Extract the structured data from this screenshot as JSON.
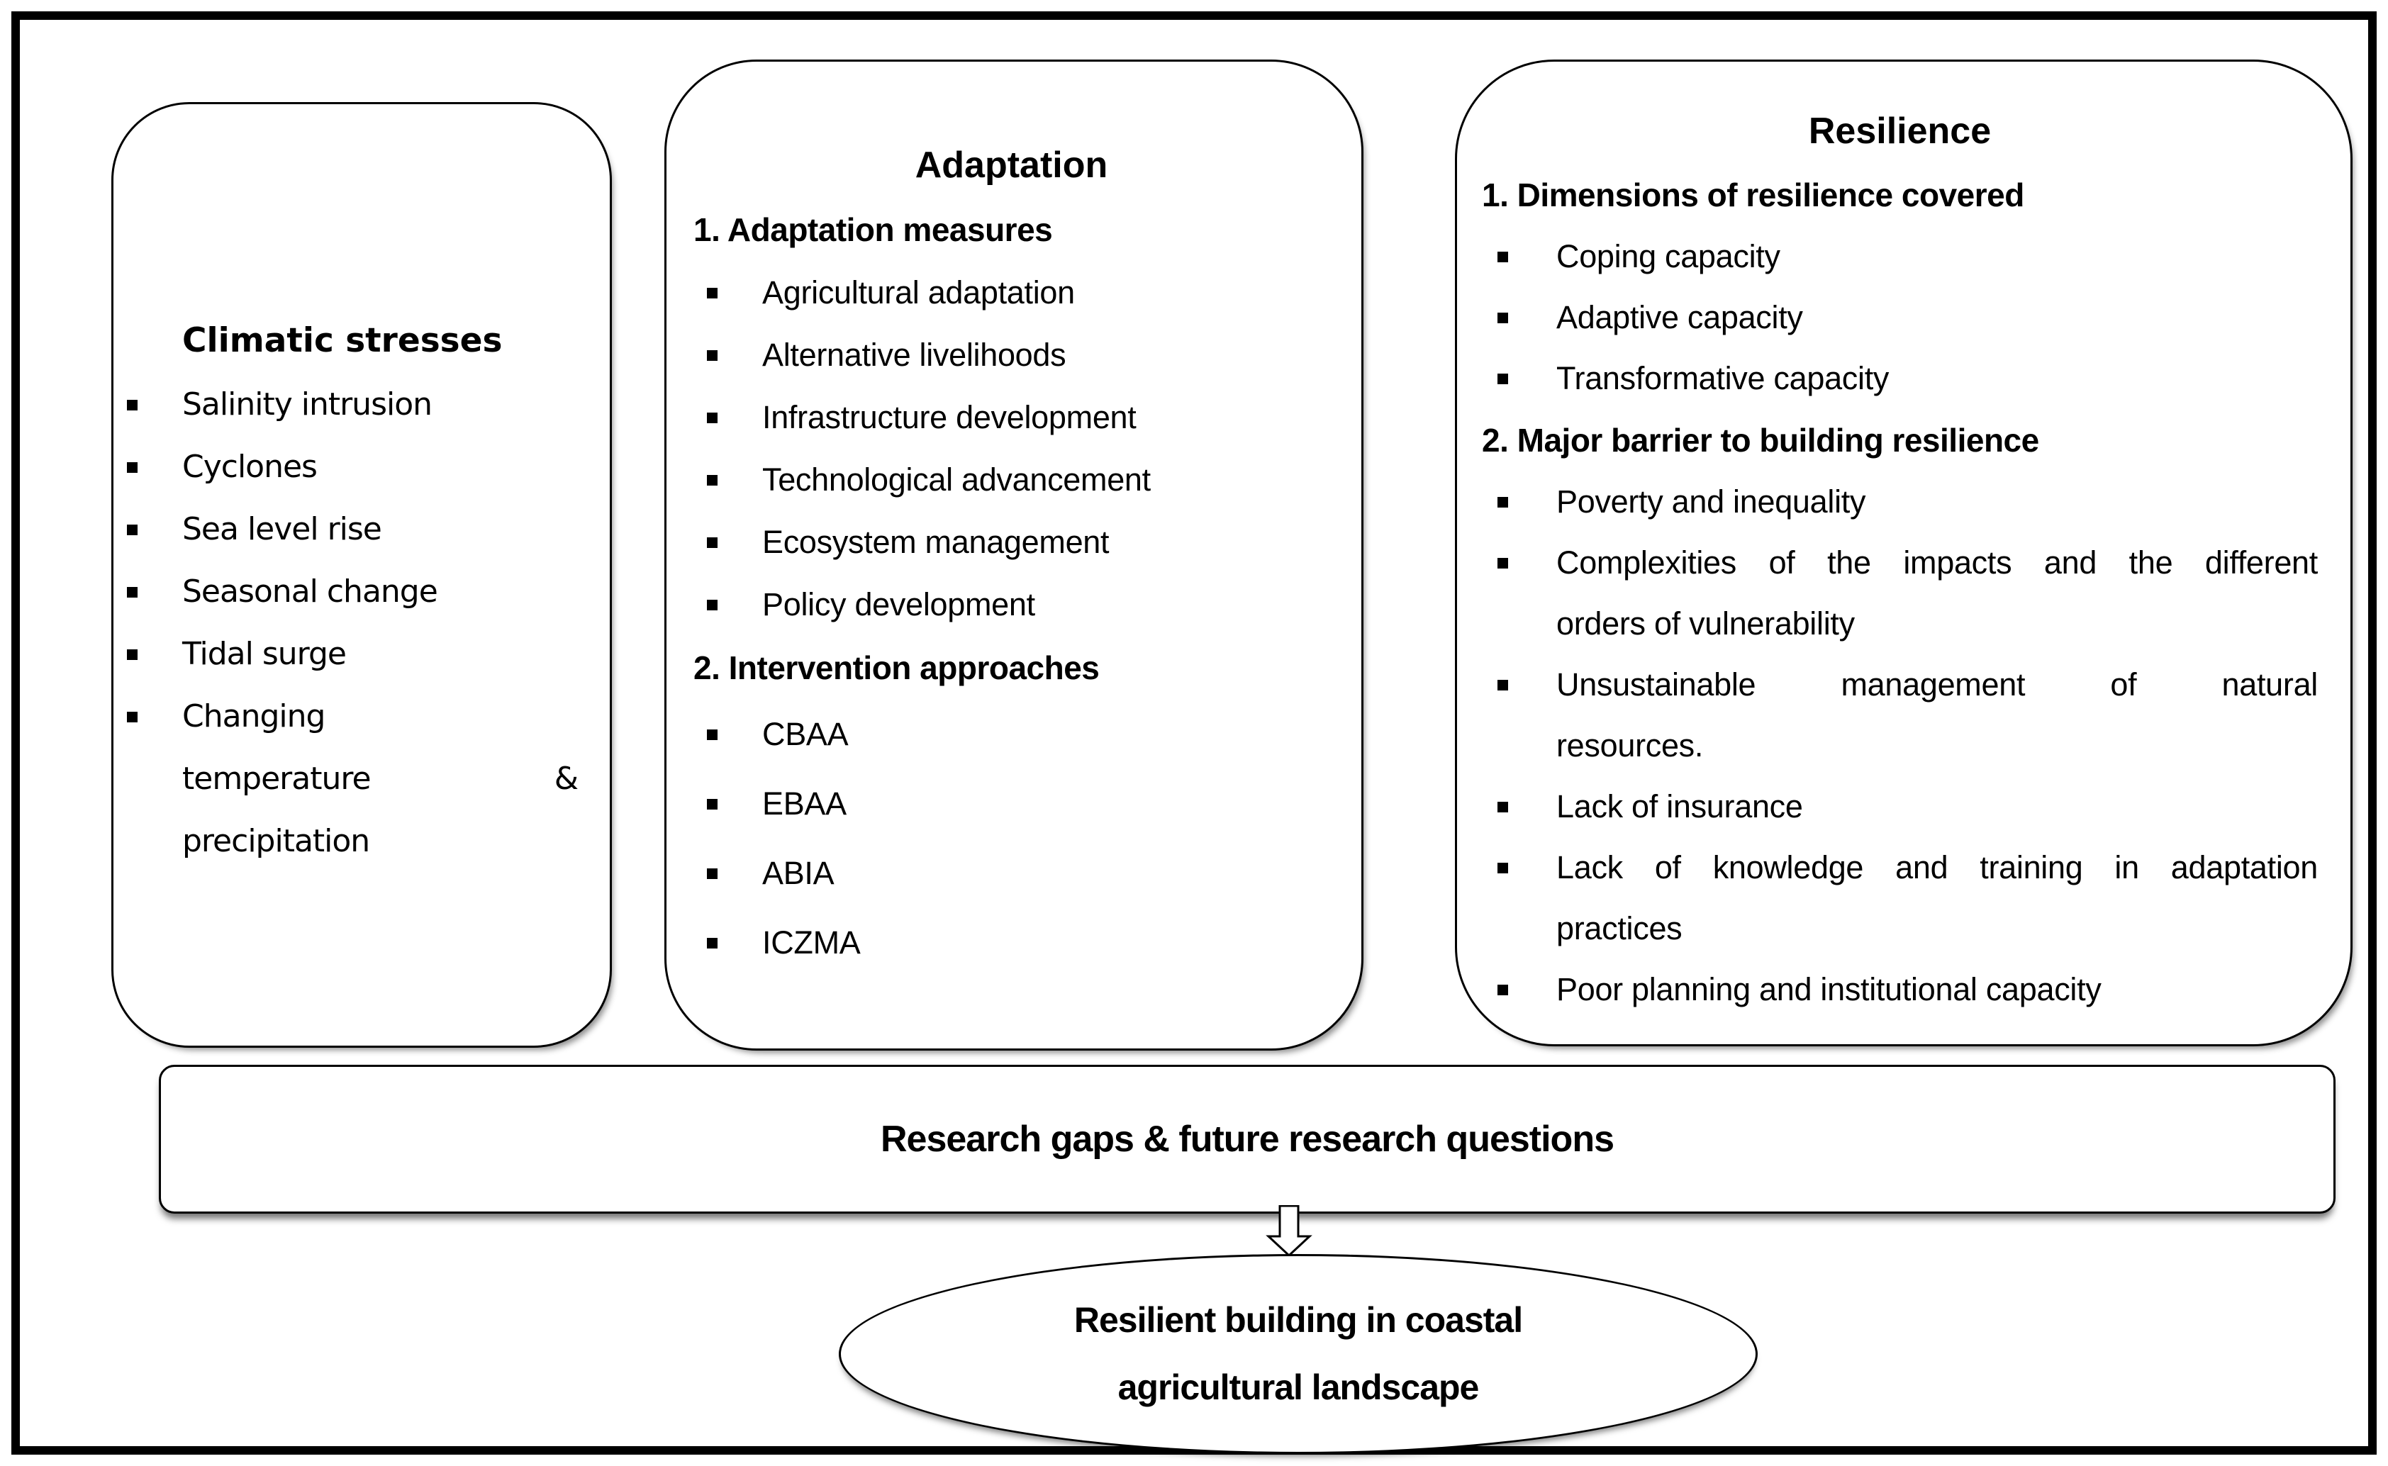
{
  "colors": {
    "frame": "#000000",
    "box_border": "#000000",
    "background": "#ffffff",
    "text": "#000000"
  },
  "climatic_box": {
    "title": "Climatic stresses",
    "items": [
      "Salinity intrusion",
      "Cyclones",
      "Sea level rise",
      "Seasonal change",
      "Tidal surge"
    ],
    "wrap_item": {
      "line1": "Changing",
      "line2_left": "temperature",
      "line2_right": "&",
      "line3": "precipitation"
    }
  },
  "adaptation_box": {
    "title": "Adaptation",
    "section1": {
      "heading": "1. Adaptation measures",
      "items": [
        "Agricultural adaptation",
        "Alternative livelihoods",
        "Infrastructure development",
        "Technological advancement",
        "Ecosystem management",
        "Policy development"
      ]
    },
    "section2": {
      "heading": "2. Intervention approaches",
      "items": [
        "CBAA",
        "EBAA",
        "ABIA",
        "ICZMA"
      ]
    }
  },
  "resilience_box": {
    "title": "Resilience",
    "section1": {
      "heading": "1. Dimensions of resilience covered",
      "items": [
        "Coping capacity",
        "Adaptive capacity",
        "Transformative capacity"
      ]
    },
    "section2": {
      "heading": "2. Major barrier to building resilience",
      "items": [
        {
          "line1": "Poverty and inequality"
        },
        {
          "line1": "Complexities of the impacts and the different",
          "line2": "orders of vulnerability"
        },
        {
          "line1": "Unsustainable management of natural",
          "line2": "resources."
        },
        {
          "line1": "Lack of insurance"
        },
        {
          "line1": "Lack of knowledge and training in adaptation",
          "line2": "practices"
        },
        {
          "line1": "Poor planning and institutional capacity"
        }
      ]
    }
  },
  "research_bar": {
    "label": "Research gaps & future research questions"
  },
  "arrow": {
    "icon": "down-block-arrow"
  },
  "outcome_ellipse": {
    "line1": "Resilient building in coastal",
    "line2": "agricultural landscape"
  }
}
